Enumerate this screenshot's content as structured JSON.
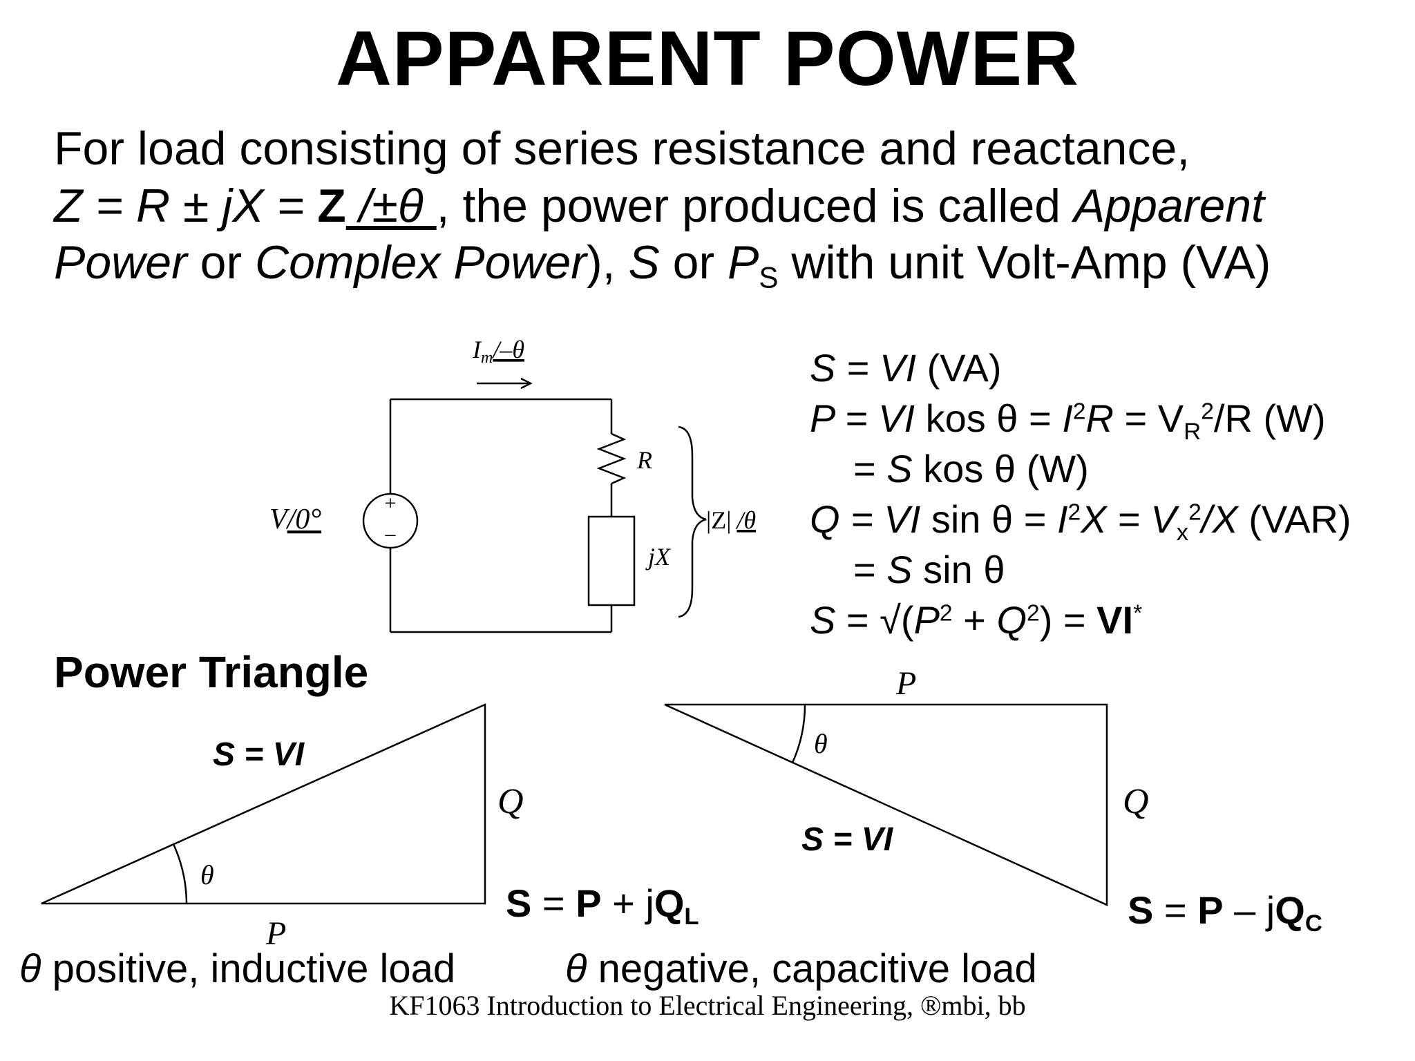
{
  "title": "APPARENT POWER",
  "intro": {
    "line1": "For load consisting of series resistance and reactance,",
    "line2": {
      "z_eq": "Z = R ± jX = ",
      "z_mag": "Z",
      "z_angle": " /±θ ",
      "rest": ", the power produced is called ",
      "term1": "Apparent"
    },
    "line3": {
      "term1_cont": "Power",
      "or1": " or ",
      "term2": "Complex Power",
      "close": "), ",
      "sym_s": "S",
      "or2": " or ",
      "sym_p": "P",
      "sym_p_sub": "S",
      "tail": " with unit Volt-Amp (VA)"
    }
  },
  "equations": {
    "eq1": {
      "lhs": "S = VI",
      "unit": "  (VA)"
    },
    "eq2": {
      "a": "P = VI",
      "b": " kos θ = ",
      "c": "I",
      "c_sup": "2",
      "d": "R",
      "e": " = V",
      "e_sub": "R",
      "e_sup": "2",
      "f": "/R (W)"
    },
    "eq3": {
      "a": "= ",
      "b": "S",
      "c": " kos θ (W)"
    },
    "eq4": {
      "a": "Q = VI",
      "b": " sin θ = ",
      "c": "I",
      "c_sup": "2",
      "d": "X",
      "e": " = V",
      "e_sub": "x",
      "e_sup": "2",
      "f": "/X",
      "g": "  (VAR)"
    },
    "eq5": {
      "a": "= ",
      "b": "S",
      "c": " sin θ"
    },
    "eq6": {
      "a": "S",
      "b": " = √(",
      "c": "P",
      "c_sup": "2",
      "d": " + ",
      "e": "Q",
      "e_sup": "2",
      "f": ") = ",
      "g": "VI",
      "g_sup": "*"
    }
  },
  "circuit": {
    "current": "I",
    "current_sub": "m",
    "current_angle": "/–θ",
    "source_main": "V",
    "source_angle": "/0°",
    "plus": "+",
    "minus": "–",
    "resistor": "R",
    "reactance": "jX",
    "impedance": "|Z|",
    "impedance_angle": "/θ"
  },
  "power_triangle": {
    "heading": "Power Triangle",
    "left": {
      "hyp": "S = VI",
      "q": "Q",
      "p": "P",
      "theta": "θ",
      "result_a": "S",
      "result_b": " = ",
      "result_c": "P",
      "result_d": " + j",
      "result_e": "Q",
      "result_sub": "L",
      "caption_theta": "θ",
      "caption": " positive, inductive load"
    },
    "right": {
      "hyp": "S = VI",
      "q": "Q",
      "p": "P",
      "theta": "θ",
      "result_a": "S",
      "result_b": " = ",
      "result_c": "P",
      "result_d": " – j",
      "result_e": "Q",
      "result_sub": "C",
      "caption_theta": "θ",
      "caption": " negative, capacitive load"
    }
  },
  "footer": "KF1063 Introduction to Electrical Engineering, ®mbi, bb"
}
